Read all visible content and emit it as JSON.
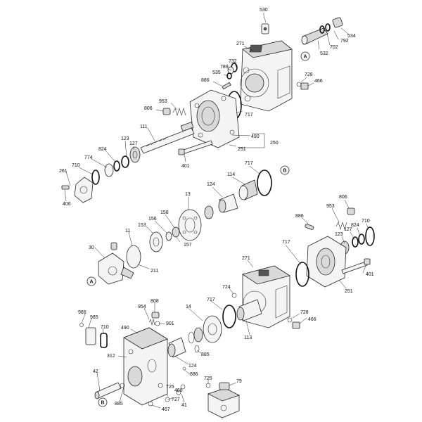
{
  "callouts": {
    "a": "A",
    "b": "B"
  },
  "labels": {
    "l530": "530",
    "l534": "534",
    "l792": "792",
    "l702": "702",
    "l532": "532",
    "l271a": "271",
    "l732": "732",
    "l789": "789",
    "l535": "535",
    "l886a": "886",
    "l728a": "728",
    "l466a": "466",
    "l953a": "953",
    "l806a": "806",
    "l717a": "717",
    "l111": "111",
    "l490a": "490",
    "l250": "250",
    "l251a": "251",
    "l127a": "127",
    "l123a": "123",
    "l824a": "824",
    "l774": "774",
    "l710a": "710",
    "l261": "261",
    "l406": "406",
    "l401a": "401",
    "l717b": "717",
    "l114": "114",
    "l124a": "124",
    "l13": "13",
    "l158": "158",
    "l156": "156",
    "l153": "153",
    "l157": "157",
    "l11": "11",
    "l30": "30",
    "l211": "211",
    "l806b": "806",
    "l953b": "953",
    "l886b": "886",
    "l710b": "710",
    "l824b": "824",
    "l127b": "127",
    "l123b": "123",
    "l717c": "717",
    "l271b": "271",
    "l401b": "401",
    "l251b": "251",
    "l724": "724",
    "l728b": "728",
    "l466b": "466",
    "l986": "986",
    "l985": "985",
    "l710c": "710",
    "l490b": "490",
    "l808": "808",
    "l954": "954",
    "l901": "901",
    "l14": "14",
    "l717d": "717",
    "l113": "113",
    "l885a": "885",
    "l124b": "124",
    "l312": "312",
    "l886c": "886",
    "l42": "42",
    "l725a": "725",
    "l468": "468",
    "l725b": "725",
    "l727": "727",
    "l41": "41",
    "l79": "79",
    "l885b": "885",
    "l467": "467"
  }
}
